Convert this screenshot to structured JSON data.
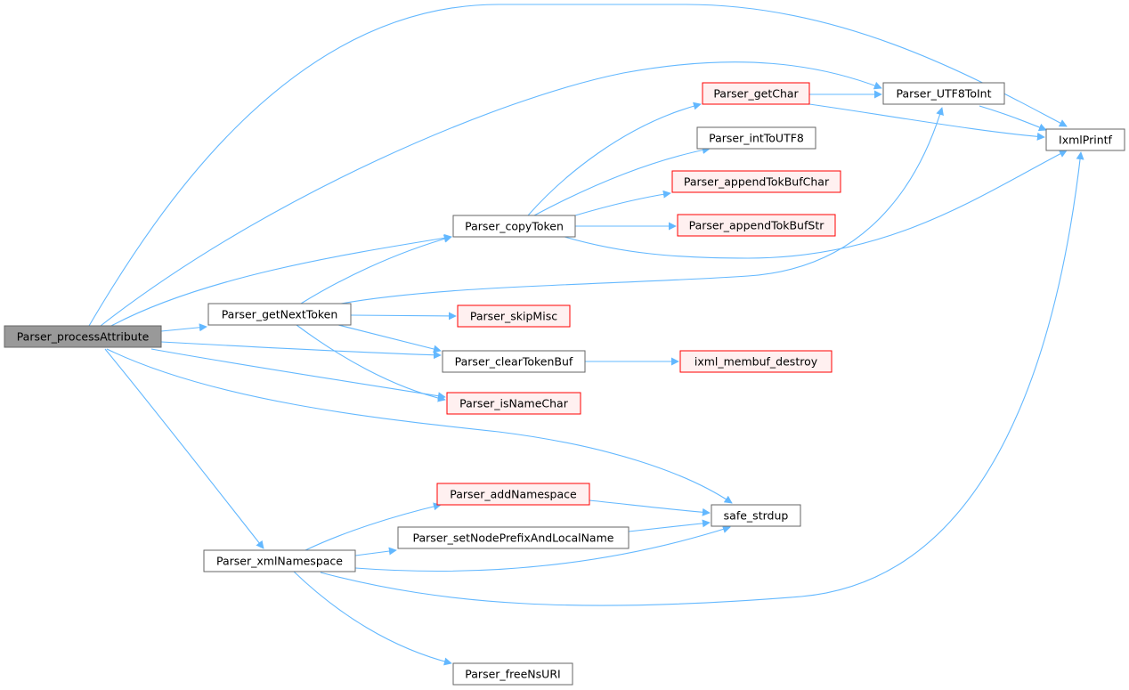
{
  "colors": {
    "edge": "#63b8ff",
    "box_border": "#666666",
    "box_fill": "#ffffff",
    "root_fill": "#999999",
    "root_border": "#666666",
    "red_border": "#ff0000",
    "red_fill": "#fff0f0",
    "text": "#000000"
  },
  "nodes": {
    "root": {
      "label": "Parser_processAttribute",
      "style": "root"
    },
    "getNextToken": {
      "label": "Parser_getNextToken",
      "style": "plain"
    },
    "xmlNamespace": {
      "label": "Parser_xmlNamespace",
      "style": "plain"
    },
    "copyToken": {
      "label": "Parser_copyToken",
      "style": "plain"
    },
    "skipMisc": {
      "label": "Parser_skipMisc",
      "style": "red"
    },
    "clearTokenBuf": {
      "label": "Parser_clearTokenBuf",
      "style": "plain"
    },
    "isNameChar": {
      "label": "Parser_isNameChar",
      "style": "red"
    },
    "addNamespace": {
      "label": "Parser_addNamespace",
      "style": "red"
    },
    "setNodePrefix": {
      "label": "Parser_setNodePrefixAndLocalName",
      "style": "plain"
    },
    "freeNsURI": {
      "label": "Parser_freeNsURI",
      "style": "plain"
    },
    "getChar": {
      "label": "Parser_getChar",
      "style": "red"
    },
    "intToUTF8": {
      "label": "Parser_intToUTF8",
      "style": "plain"
    },
    "appendTokBufChar": {
      "label": "Parser_appendTokBufChar",
      "style": "red"
    },
    "appendTokBufStr": {
      "label": "Parser_appendTokBufStr",
      "style": "red"
    },
    "membufDestroy": {
      "label": "ixml_membuf_destroy",
      "style": "red"
    },
    "safeStrdup": {
      "label": "safe_strdup",
      "style": "plain"
    },
    "utf8ToInt": {
      "label": "Parser_UTF8ToInt",
      "style": "plain"
    },
    "ixmlPrintf": {
      "label": "IxmlPrintf",
      "style": "plain"
    }
  },
  "edges": [
    [
      "root",
      "getNextToken"
    ],
    [
      "root",
      "xmlNamespace"
    ],
    [
      "root",
      "copyToken"
    ],
    [
      "root",
      "clearTokenBuf"
    ],
    [
      "root",
      "isNameChar"
    ],
    [
      "root",
      "safeStrdup"
    ],
    [
      "root",
      "ixmlPrintf"
    ],
    [
      "root",
      "utf8ToInt"
    ],
    [
      "getNextToken",
      "copyToken"
    ],
    [
      "getNextToken",
      "skipMisc"
    ],
    [
      "getNextToken",
      "clearTokenBuf"
    ],
    [
      "getNextToken",
      "isNameChar"
    ],
    [
      "getNextToken",
      "utf8ToInt"
    ],
    [
      "copyToken",
      "getChar"
    ],
    [
      "copyToken",
      "intToUTF8"
    ],
    [
      "copyToken",
      "appendTokBufChar"
    ],
    [
      "copyToken",
      "appendTokBufStr"
    ],
    [
      "copyToken",
      "ixmlPrintf"
    ],
    [
      "getChar",
      "utf8ToInt"
    ],
    [
      "getChar",
      "ixmlPrintf"
    ],
    [
      "utf8ToInt",
      "ixmlPrintf"
    ],
    [
      "clearTokenBuf",
      "membufDestroy"
    ],
    [
      "xmlNamespace",
      "addNamespace"
    ],
    [
      "xmlNamespace",
      "setNodePrefix"
    ],
    [
      "xmlNamespace",
      "safeStrdup"
    ],
    [
      "xmlNamespace",
      "ixmlPrintf"
    ],
    [
      "xmlNamespace",
      "freeNsURI"
    ],
    [
      "addNamespace",
      "safeStrdup"
    ],
    [
      "setNodePrefix",
      "safeStrdup"
    ]
  ]
}
